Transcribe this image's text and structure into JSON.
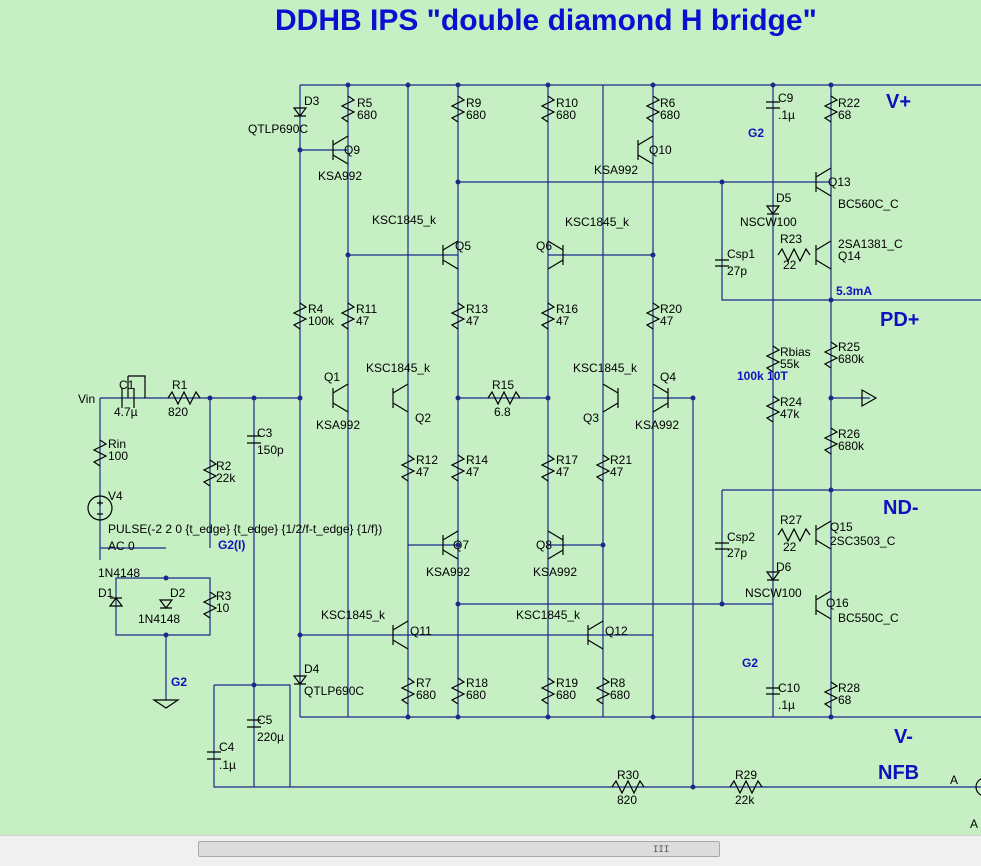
{
  "title": "DDHB IPS \"double diamond H bridge\"",
  "nets": {
    "vplus": "V+",
    "pdplus": "PD+",
    "ndminus": "ND-",
    "vminus": "V-",
    "nfb": "NFB",
    "g2a": "G2",
    "g2b": "G2",
    "g2c": "G2",
    "g2i": "G2(I)",
    "current": "5.3mA",
    "pot": "100k 10T",
    "vin": "Vin",
    "a1": "A",
    "a2": "A"
  },
  "labels": {
    "d3": "D3",
    "d3v": "QTLP690C",
    "d4": "D4",
    "d4v": "QTLP690C",
    "r5": "R5",
    "r5v": "680",
    "r9": "R9",
    "r9v": "680",
    "r10": "R10",
    "r10v": "680",
    "r6": "R6",
    "r6v": "680",
    "c9": "C9",
    "c9v": ".1µ",
    "r22": "R22",
    "r22v": "68",
    "q9": "Q9",
    "q9t": "KSA992",
    "q10": "Q10",
    "q10t": "KSA992",
    "q13": "Q13",
    "q13t": "BC560C_C",
    "d5": "D5",
    "d5v": "NSCW100",
    "r23": "R23",
    "r23v": "22",
    "q14t": "2SA1381_C",
    "q14": "Q14",
    "csp1": "Csp1",
    "csp1v": "27p",
    "q5t": "KSC1845_k",
    "q5": "Q5",
    "q6": "Q6",
    "q6t": "KSC1845_k",
    "r4": "R4",
    "r4v": "100k",
    "r11": "R11",
    "r11v": "47",
    "r13": "R13",
    "r13v": "47",
    "r16": "R16",
    "r16v": "47",
    "r20": "R20",
    "r20v": "47",
    "rbias": "Rbias",
    "rbiasv": "55k",
    "r25": "R25",
    "r25v": "680k",
    "q1": "Q1",
    "q1t": "KSA992",
    "q2t": "KSC1845_k",
    "q2": "Q2",
    "r15": "R15",
    "r15v": "6.8",
    "q3t": "KSC1845_k",
    "q3": "Q3",
    "q4": "Q4",
    "q4t": "KSA992",
    "r24": "R24",
    "r24v": "47k",
    "r26": "R26",
    "r26v": "680k",
    "c1": "C1",
    "c1v": "4.7µ",
    "r1": "R1",
    "r1v": "820",
    "rin": "Rin",
    "rinv": "100",
    "c3": "C3",
    "c3v": "150p",
    "r2": "R2",
    "r2v": "22k",
    "r12": "R12",
    "r12v": "47",
    "r14": "R14",
    "r14v": "47",
    "r17": "R17",
    "r17v": "47",
    "r21": "R21",
    "r21v": "47",
    "v4": "V4",
    "pulse": "PULSE(-2 2 0 {t_edge} {t_edge} {1/2/f-t_edge} {1/f})",
    "ac": "AC 0",
    "csp2": "Csp2",
    "csp2v": "27p",
    "r27": "R27",
    "r27v": "22",
    "q15": "Q15",
    "q15t": "2SC3503_C",
    "q7": "Q7",
    "q7t": "KSA992",
    "q8": "Q8",
    "q8t": "KSA992",
    "d6": "D6",
    "d6v": "NSCW100",
    "q16": "Q16",
    "q16t": "BC550C_C",
    "d1t": "1N4148",
    "d1": "D1",
    "d2": "D2",
    "d2t": "1N4148",
    "r3": "R3",
    "r3v": "10",
    "q11t": "KSC1845_k",
    "q11": "Q11",
    "q12t": "KSC1845_k",
    "q12": "Q12",
    "c10": "C10",
    "c10v": ".1µ",
    "r7": "R7",
    "r7v": "680",
    "r18": "R18",
    "r18v": "680",
    "r19": "R19",
    "r19v": "680",
    "r8": "R8",
    "r8v": "680",
    "r28": "R28",
    "r28v": "68",
    "c5": "C5",
    "c5v": "220µ",
    "c4": "C4",
    "c4v": ".1µ",
    "r30": "R30",
    "r30v": "820",
    "r29": "R29",
    "r29v": "22k"
  },
  "colors": {
    "background": "#c6f0c4",
    "title": "#0a10d0",
    "wire": "#1a2a8c",
    "net_label": "#1010c0"
  },
  "scrollbar": {
    "grip": "III"
  }
}
